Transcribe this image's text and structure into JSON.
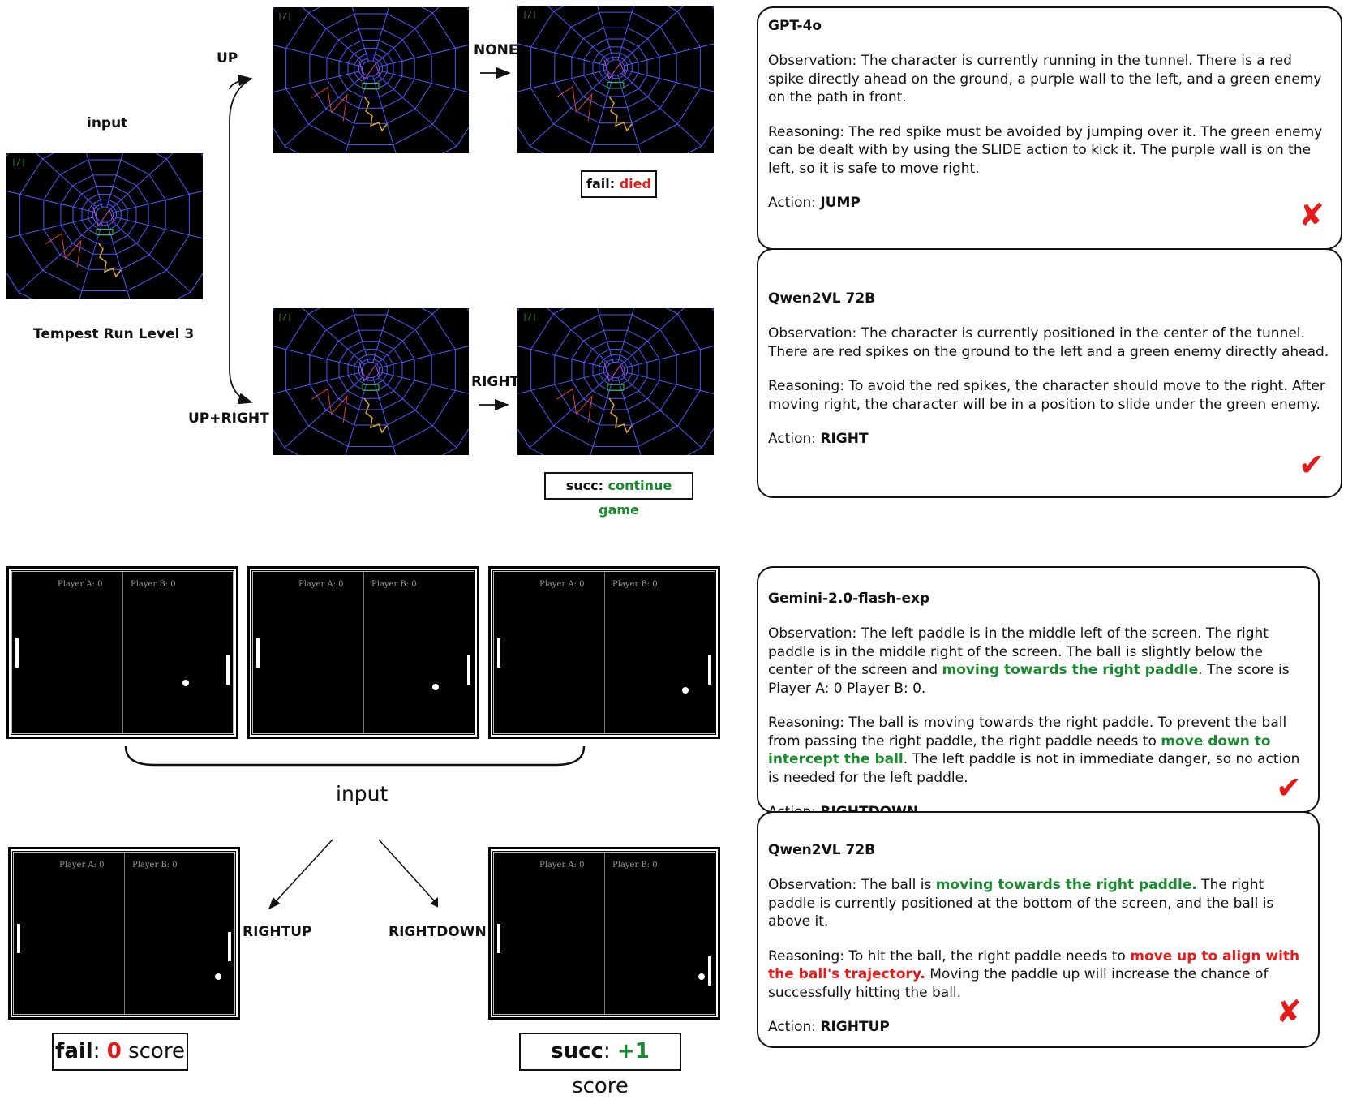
{
  "tempest": {
    "input_label": "input",
    "game_label": "Tempest Run Level 3",
    "branch_up": "UP",
    "branch_upright": "UP+RIGHT",
    "next_none": "NONE",
    "next_right": "RIGHT",
    "fail": {
      "prefix": "fail:",
      "text": "died"
    },
    "succ": {
      "prefix": "succ:",
      "text": "continue game"
    }
  },
  "pong": {
    "score_a": "Player A: 0",
    "score_b": "Player B: 0",
    "input_label": "input",
    "branch_left": "RIGHTUP",
    "branch_right": "RIGHTDOWN",
    "fail": {
      "prefix": "fail",
      "sep": ":",
      "value": "0",
      "unit": "score"
    },
    "succ": {
      "prefix": "succ",
      "sep": ":",
      "value": "+1",
      "unit": "score"
    }
  },
  "cards": {
    "c1": {
      "model": "GPT-4o",
      "obs": "Observation: The character is currently running in the tunnel. There is a red spike directly ahead on the ground, a purple wall to the left, and a green enemy on the path in front.",
      "reason": "Reasoning: The red spike must be avoided by jumping over it. The green enemy can be dealt with by using the SLIDE action to kick it. The purple wall is on the left, so it is safe to move right.",
      "action_prefix": "Action: ",
      "action": "JUMP",
      "mark": "✘"
    },
    "c2": {
      "model": "Qwen2VL 72B",
      "obs": "Observation: The character is currently positioned in the center of the tunnel. There are red spikes on the ground to the left and a green enemy directly ahead.",
      "reason": "Reasoning: To avoid the red spikes, the character should move to the right. After moving right, the character will be in a position to slide under the green enemy.",
      "action_prefix": "Action: ",
      "action": "RIGHT",
      "mark": "✔"
    },
    "c3": {
      "model": "Gemini-2.0-flash-exp",
      "obs_a": "Observation: The left paddle is in the middle left of the screen. The right paddle is in the middle right of the screen. The ball is slightly below the center of the screen and ",
      "obs_hl": "moving towards the right paddle",
      "obs_b": ". The score is Player A: 0 Player B: 0.",
      "reason_a": "Reasoning: The ball is moving towards the right paddle. To prevent the ball from passing the right paddle, the right paddle needs to ",
      "reason_hl": "move down to intercept the ball",
      "reason_b": ". The left paddle is not in immediate danger, so no action is needed for the left paddle.",
      "action_prefix": "Action: ",
      "action": "RIGHTDOWN",
      "mark": "✔"
    },
    "c4": {
      "model": "Qwen2VL 72B",
      "obs_a": "Observation: The ball is ",
      "obs_hl": "moving towards the right paddle.",
      "obs_b": " The right paddle is currently positioned at the bottom of the screen, and the ball is above it.",
      "reason_a": "Reasoning: To hit the ball, the right paddle needs to ",
      "reason_hl": "move up to align with the ball's trajectory.",
      "reason_b": " Moving the paddle up will increase the chance of successfully hitting the ball.",
      "action_prefix": "Action: ",
      "action": "RIGHTUP",
      "mark": "✘"
    }
  },
  "colors": {
    "success": "#1a8a2e",
    "fail": "#e51b1b",
    "tunnel": "#4a5aff"
  }
}
